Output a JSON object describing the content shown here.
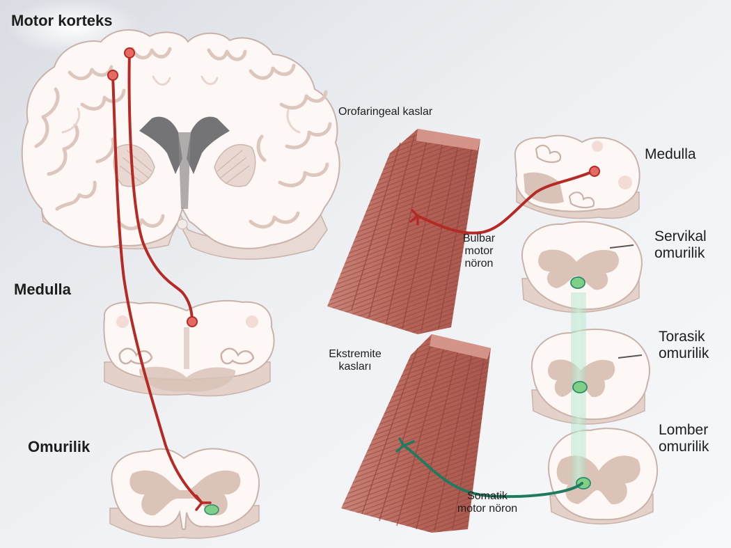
{
  "labels": {
    "motor_cortex": "Motor korteks",
    "medulla_left": "Medulla",
    "spinal_cord_left": "Omurilik",
    "oropharyngeal_muscles": "Orofaringeal kaslar",
    "bulbar_motor_neuron": [
      "Bulbar",
      "motor",
      "nöron"
    ],
    "medulla_right": "Medulla",
    "cervical_cord": [
      "Servikal",
      "omurilik"
    ],
    "thoracic_cord": [
      "Torasik",
      "omurilik"
    ],
    "lumbar_cord": [
      "Lomber",
      "omurilik"
    ],
    "extremity_muscles": [
      "Ekstremite",
      "kasları"
    ],
    "somatic_motor_neuron": [
      "Somatik",
      "motor nöron"
    ]
  },
  "colors": {
    "background": "#f4f5f7",
    "cortex_white_matter": "#fdf8f6",
    "gray_matter": "#d8c2b8",
    "tissue_edge": "#c9b2aa",
    "upper_motor_neuron": "#b52a25",
    "lower_motor_neuron": "#2b8a6e",
    "muscle_fiber": "#b86a60",
    "muscle_striation": "#8e4640",
    "nucleus_green": "#7fcf86"
  }
}
